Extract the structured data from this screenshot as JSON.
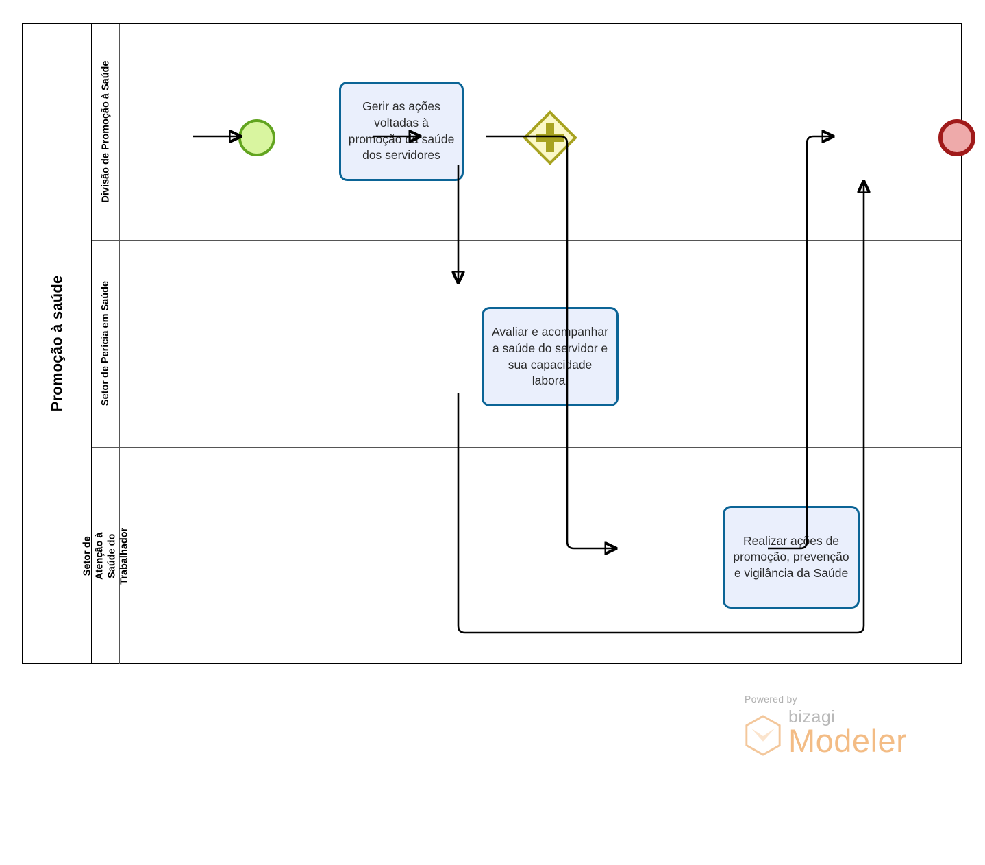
{
  "diagram": {
    "type": "bpmn-process-diagram",
    "pool": {
      "name": "Promoção à saúde"
    },
    "lanes": [
      {
        "id": "lane-1",
        "name": "Divisão de Promoção à Saúde"
      },
      {
        "id": "lane-2",
        "name": "Setor de Perícia em Saúde"
      },
      {
        "id": "lane-3",
        "name": "Setor de Atenção à Saúde do Trabalhador"
      }
    ],
    "nodes": [
      {
        "id": "start",
        "type": "start-event",
        "lane": "lane-1",
        "label": ""
      },
      {
        "id": "task-1",
        "type": "task",
        "lane": "lane-1",
        "label": "Gerir as ações voltadas à promoção da saúde dos servidores"
      },
      {
        "id": "gateway-1",
        "type": "parallel-gateway",
        "lane": "lane-1",
        "label": "",
        "marker": "+"
      },
      {
        "id": "task-2",
        "type": "task",
        "lane": "lane-2",
        "label": "Avaliar e acompanhar a saúde do servidor e sua capacidade laboral"
      },
      {
        "id": "task-3",
        "type": "task",
        "lane": "lane-3",
        "label": "Realizar ações de promoção, prevenção e vigilância da Saúde"
      },
      {
        "id": "end",
        "type": "end-event",
        "lane": "lane-1",
        "label": ""
      }
    ],
    "flows": [
      {
        "id": "flow-1",
        "from": "start",
        "to": "task-1",
        "label": ""
      },
      {
        "id": "flow-2",
        "from": "task-1",
        "to": "gateway-1",
        "label": ""
      },
      {
        "id": "flow-3",
        "from": "gateway-1",
        "to": "task-2",
        "label": ""
      },
      {
        "id": "flow-4",
        "from": "gateway-1",
        "to": "task-3",
        "label": ""
      },
      {
        "id": "flow-5",
        "from": "task-3",
        "to": "end",
        "label": ""
      },
      {
        "id": "flow-6",
        "from": "task-2",
        "to": "end",
        "label": ""
      }
    ]
  },
  "colors": {
    "start_event_border": "#62a420",
    "start_event_fill": "#d9f5a0",
    "end_event_border": "#a01a1a",
    "end_event_fill": "#eeaaaa",
    "task_border": "#0b6496",
    "task_fill": "#eaeffc",
    "gateway_border": "#a8a321",
    "gateway_fill": "#fbf8c8",
    "gateway_marker": "#a8a321",
    "flow_line": "#000000",
    "pool_border": "#000000",
    "lane_border": "#555555",
    "logo_accent": "#f3bc85"
  },
  "footer": {
    "powered_by": "Powered by",
    "brand": "bizagi",
    "product": "Modeler"
  }
}
